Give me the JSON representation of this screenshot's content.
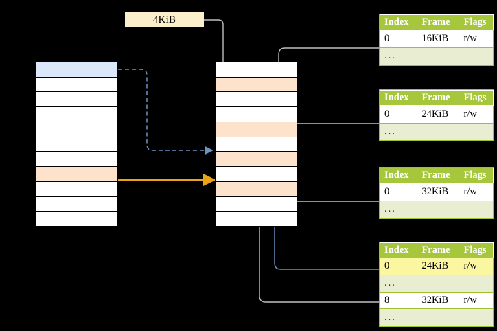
{
  "diagram": {
    "title": "multi-level page table address translation",
    "colors": {
      "background": "#000000",
      "table_header": "#a6c63c",
      "table_ellipsis_row": "#e9eed2",
      "highlight_yellow": "#fbf6a0",
      "row_peach": "#fde3cc",
      "row_blue": "#dbe8fa",
      "label_cream": "#fbeecb",
      "arrow_orange": "#e8a317",
      "arrow_blue": "#6f92c4",
      "arrow_gray": "#b5b5b5"
    }
  },
  "page_size_label": {
    "text": "4KiB",
    "name": "page-size-label"
  },
  "left_column": {
    "name": "virtual-address-space-column",
    "rows": [
      {
        "index": 0,
        "fill": "blue",
        "text": ""
      },
      {
        "index": 1,
        "fill": "white",
        "text": ""
      },
      {
        "index": 2,
        "fill": "white",
        "text": ""
      },
      {
        "index": 3,
        "fill": "white",
        "text": ""
      },
      {
        "index": 4,
        "fill": "white",
        "text": ""
      },
      {
        "index": 5,
        "fill": "white",
        "text": ""
      },
      {
        "index": 6,
        "fill": "white",
        "text": ""
      },
      {
        "index": 7,
        "fill": "peach",
        "text": ""
      },
      {
        "index": 8,
        "fill": "white",
        "text": ""
      },
      {
        "index": 9,
        "fill": "white",
        "text": ""
      },
      {
        "index": 10,
        "fill": "white",
        "text": ""
      }
    ]
  },
  "middle_column": {
    "name": "physical-memory-column",
    "rows": [
      {
        "index": 0,
        "fill": "white",
        "text": ""
      },
      {
        "index": 1,
        "fill": "peach",
        "text": ""
      },
      {
        "index": 2,
        "fill": "white",
        "text": ""
      },
      {
        "index": 3,
        "fill": "white",
        "text": ""
      },
      {
        "index": 4,
        "fill": "peach",
        "text": ""
      },
      {
        "index": 5,
        "fill": "white",
        "text": ""
      },
      {
        "index": 6,
        "fill": "peach",
        "text": ""
      },
      {
        "index": 7,
        "fill": "white",
        "text": ""
      },
      {
        "index": 8,
        "fill": "peach",
        "text": ""
      },
      {
        "index": 9,
        "fill": "white",
        "text": ""
      },
      {
        "index": 10,
        "fill": "white",
        "text": ""
      }
    ]
  },
  "page_tables": [
    {
      "name": "page-table-1",
      "columns": [
        "Index",
        "Frame",
        "Flags"
      ],
      "rows": [
        {
          "cells": [
            "0",
            "16KiB",
            "r/w"
          ],
          "style": "normal"
        },
        {
          "cells": [
            "...",
            "",
            ""
          ],
          "style": "ellipsis"
        }
      ]
    },
    {
      "name": "page-table-2",
      "columns": [
        "Index",
        "Frame",
        "Flags"
      ],
      "rows": [
        {
          "cells": [
            "0",
            "24KiB",
            "r/w"
          ],
          "style": "normal"
        },
        {
          "cells": [
            "...",
            "",
            ""
          ],
          "style": "ellipsis"
        }
      ]
    },
    {
      "name": "page-table-3",
      "columns": [
        "Index",
        "Frame",
        "Flags"
      ],
      "rows": [
        {
          "cells": [
            "0",
            "32KiB",
            "r/w"
          ],
          "style": "normal"
        },
        {
          "cells": [
            "...",
            "",
            ""
          ],
          "style": "ellipsis"
        }
      ]
    },
    {
      "name": "page-table-4",
      "columns": [
        "Index",
        "Frame",
        "Flags"
      ],
      "rows": [
        {
          "cells": [
            "0",
            "24KiB",
            "r/w"
          ],
          "style": "highlighted"
        },
        {
          "cells": [
            "...",
            "",
            ""
          ],
          "style": "ellipsis"
        },
        {
          "cells": [
            "8",
            "32KiB",
            "r/w"
          ],
          "style": "normal"
        },
        {
          "cells": [
            "...",
            "",
            ""
          ],
          "style": "ellipsis"
        }
      ]
    }
  ],
  "connectors": [
    {
      "name": "dashed-blue-virtual-to-physical",
      "style": "dashed",
      "color": "#6f92c4",
      "from": "left-row-0",
      "to": "middle-row-6"
    },
    {
      "name": "solid-orange-virtual-to-physical",
      "style": "solid",
      "color": "#e8a317",
      "from": "left-row-7",
      "to": "middle-row-8"
    },
    {
      "name": "page-size-to-middle-row-1",
      "style": "solid",
      "color": "#b5b5b5",
      "from": "page-size-label",
      "to": "middle-row-1"
    },
    {
      "name": "table1-to-middle-row-4",
      "style": "solid",
      "color": "#b5b5b5",
      "from": "page-table-1",
      "to": "middle-row-4"
    },
    {
      "name": "table2-to-middle-row-6",
      "style": "solid",
      "color": "#b5b5b5",
      "from": "page-table-2",
      "to": "middle-row-6"
    },
    {
      "name": "table3-to-middle-row-8",
      "style": "solid",
      "color": "#b5b5b5",
      "from": "page-table-3",
      "to": "middle-row-8"
    },
    {
      "name": "table4-row0-to-middle-row-6",
      "style": "solid",
      "color": "#6f92c4",
      "from": "page-table-4-row-0",
      "to": "middle-row-6"
    },
    {
      "name": "table4-row8-to-middle-row-8",
      "style": "solid",
      "color": "#b5b5b5",
      "from": "page-table-4-row-2",
      "to": "middle-row-8"
    }
  ]
}
